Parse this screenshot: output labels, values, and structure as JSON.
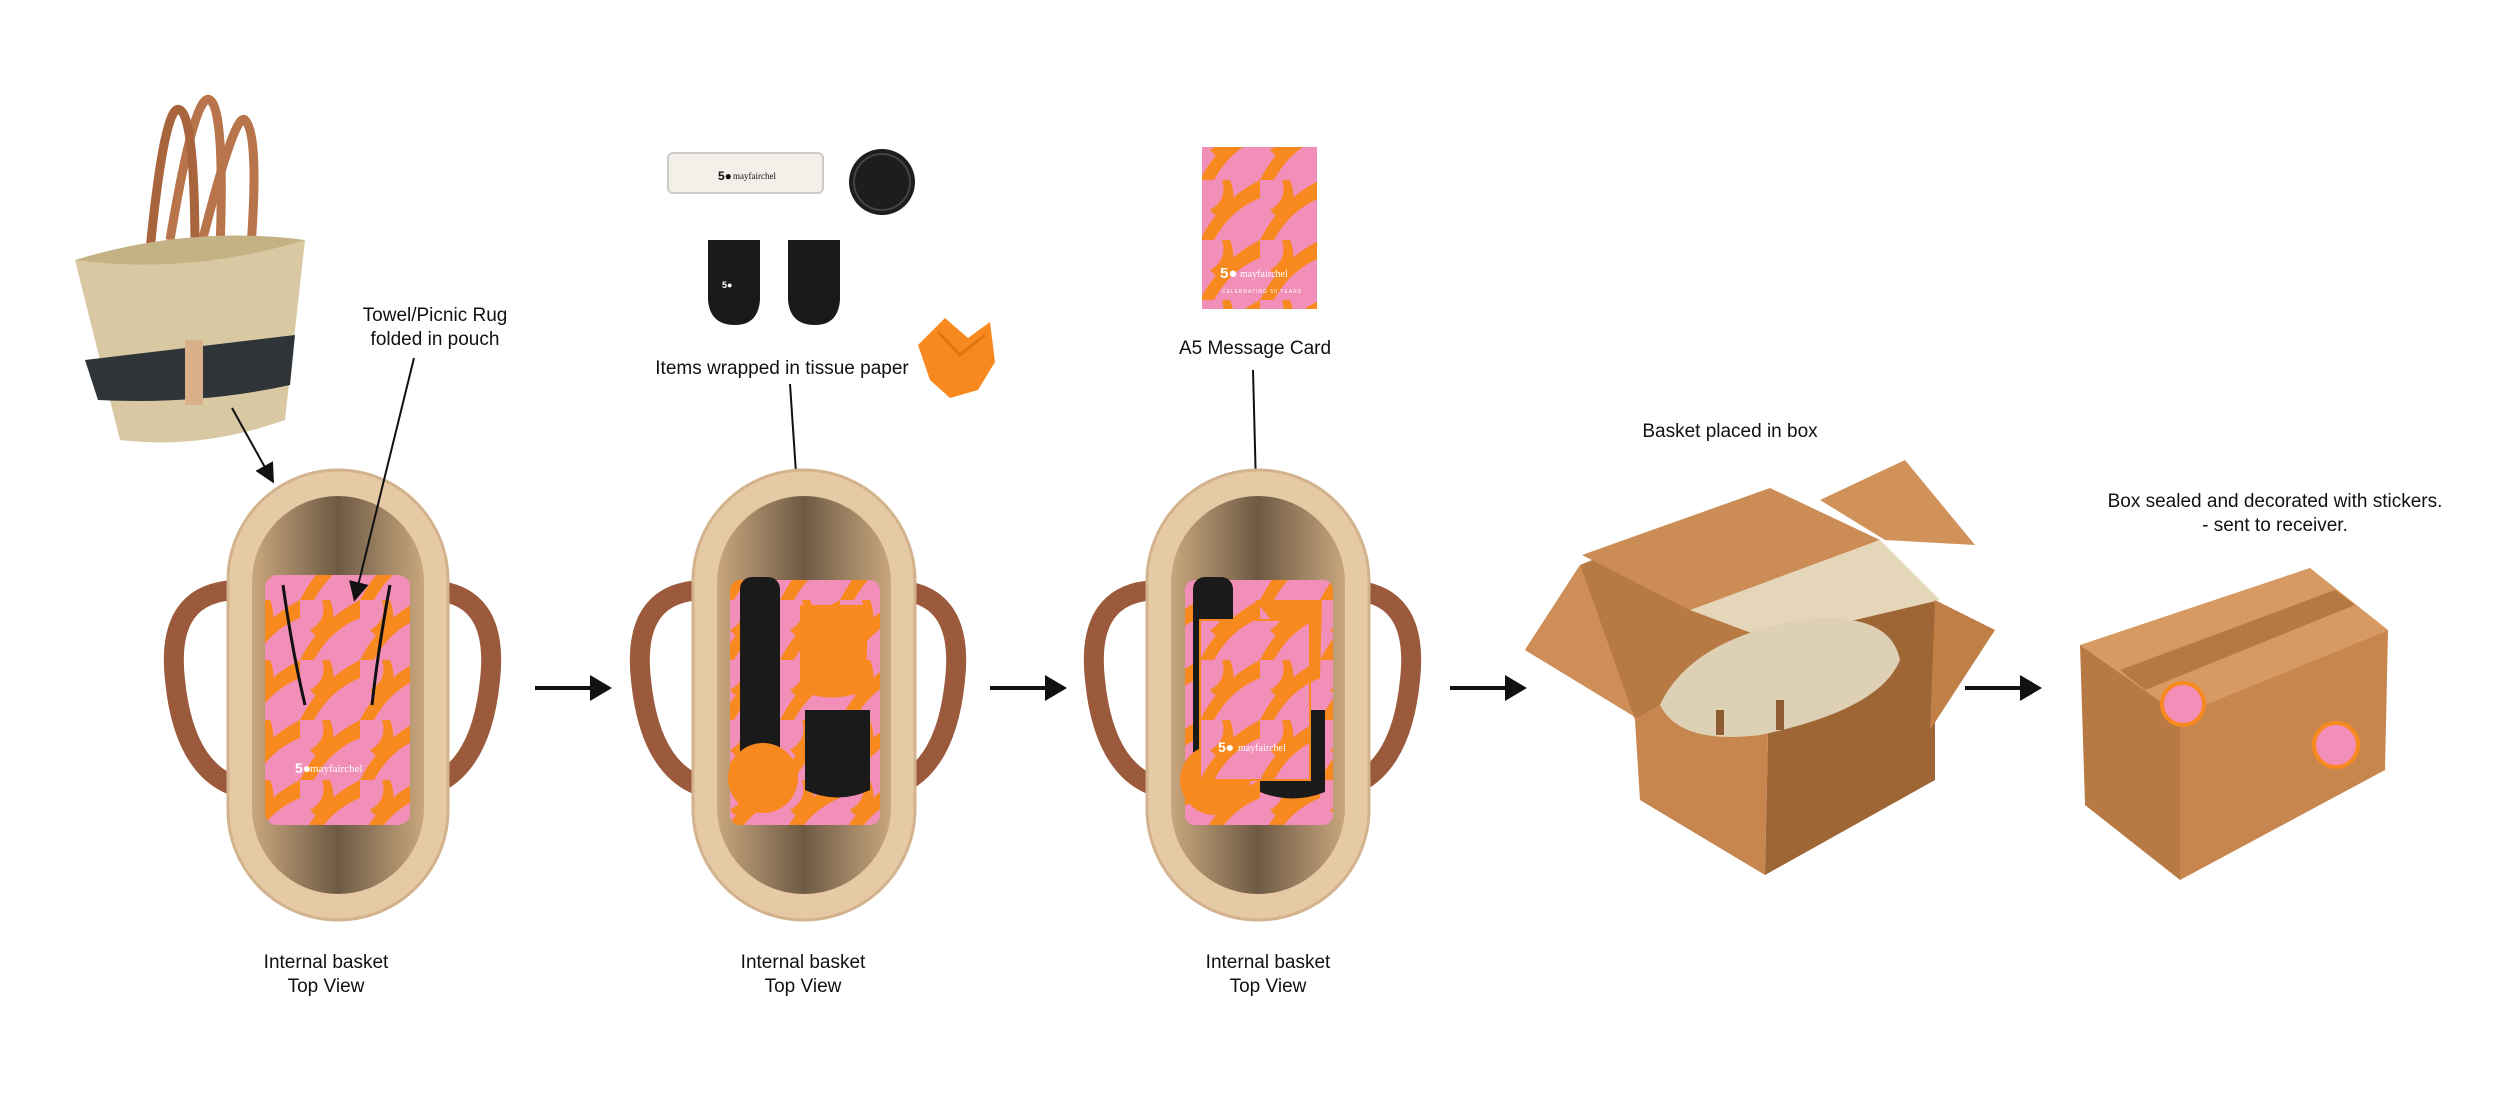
{
  "labels": {
    "towel": [
      "Towel/Picnic Rug",
      "folded in pouch"
    ],
    "items_wrapped": "Items wrapped in tissue paper",
    "message_card": "A5 Message Card",
    "basket_in_box": "Basket placed in box",
    "box_sealed": [
      "Box sealed and decorated with stickers.",
      "- sent to receiver."
    ],
    "internal_basket_1": [
      "Internal basket",
      "Top View"
    ],
    "internal_basket_2": [
      "Internal basket",
      "Top View"
    ],
    "internal_basket_3": [
      "Internal basket",
      "Top View"
    ]
  },
  "brand": {
    "logo": "5●",
    "name": "mayfairchel",
    "tagline": "CELEBRATING 50 YEARS"
  },
  "colors": {
    "orange": "#f7891f",
    "pink": "#f28fb8",
    "black": "#1a1a1a",
    "cardboard": "#c8864f",
    "basket_rim": "#e6c9a5",
    "handle": "#9b5a3c"
  },
  "icons": {
    "arrow": "right-arrow-icon"
  }
}
